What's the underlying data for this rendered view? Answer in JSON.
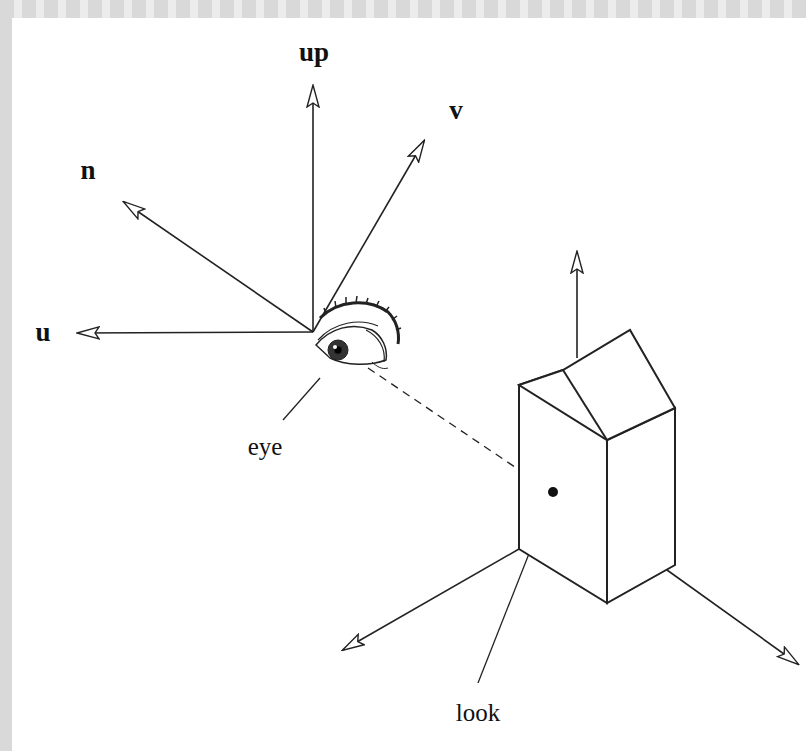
{
  "diagram": {
    "labels": [
      "up",
      "v",
      "n",
      "u",
      "eye",
      "look"
    ]
  }
}
